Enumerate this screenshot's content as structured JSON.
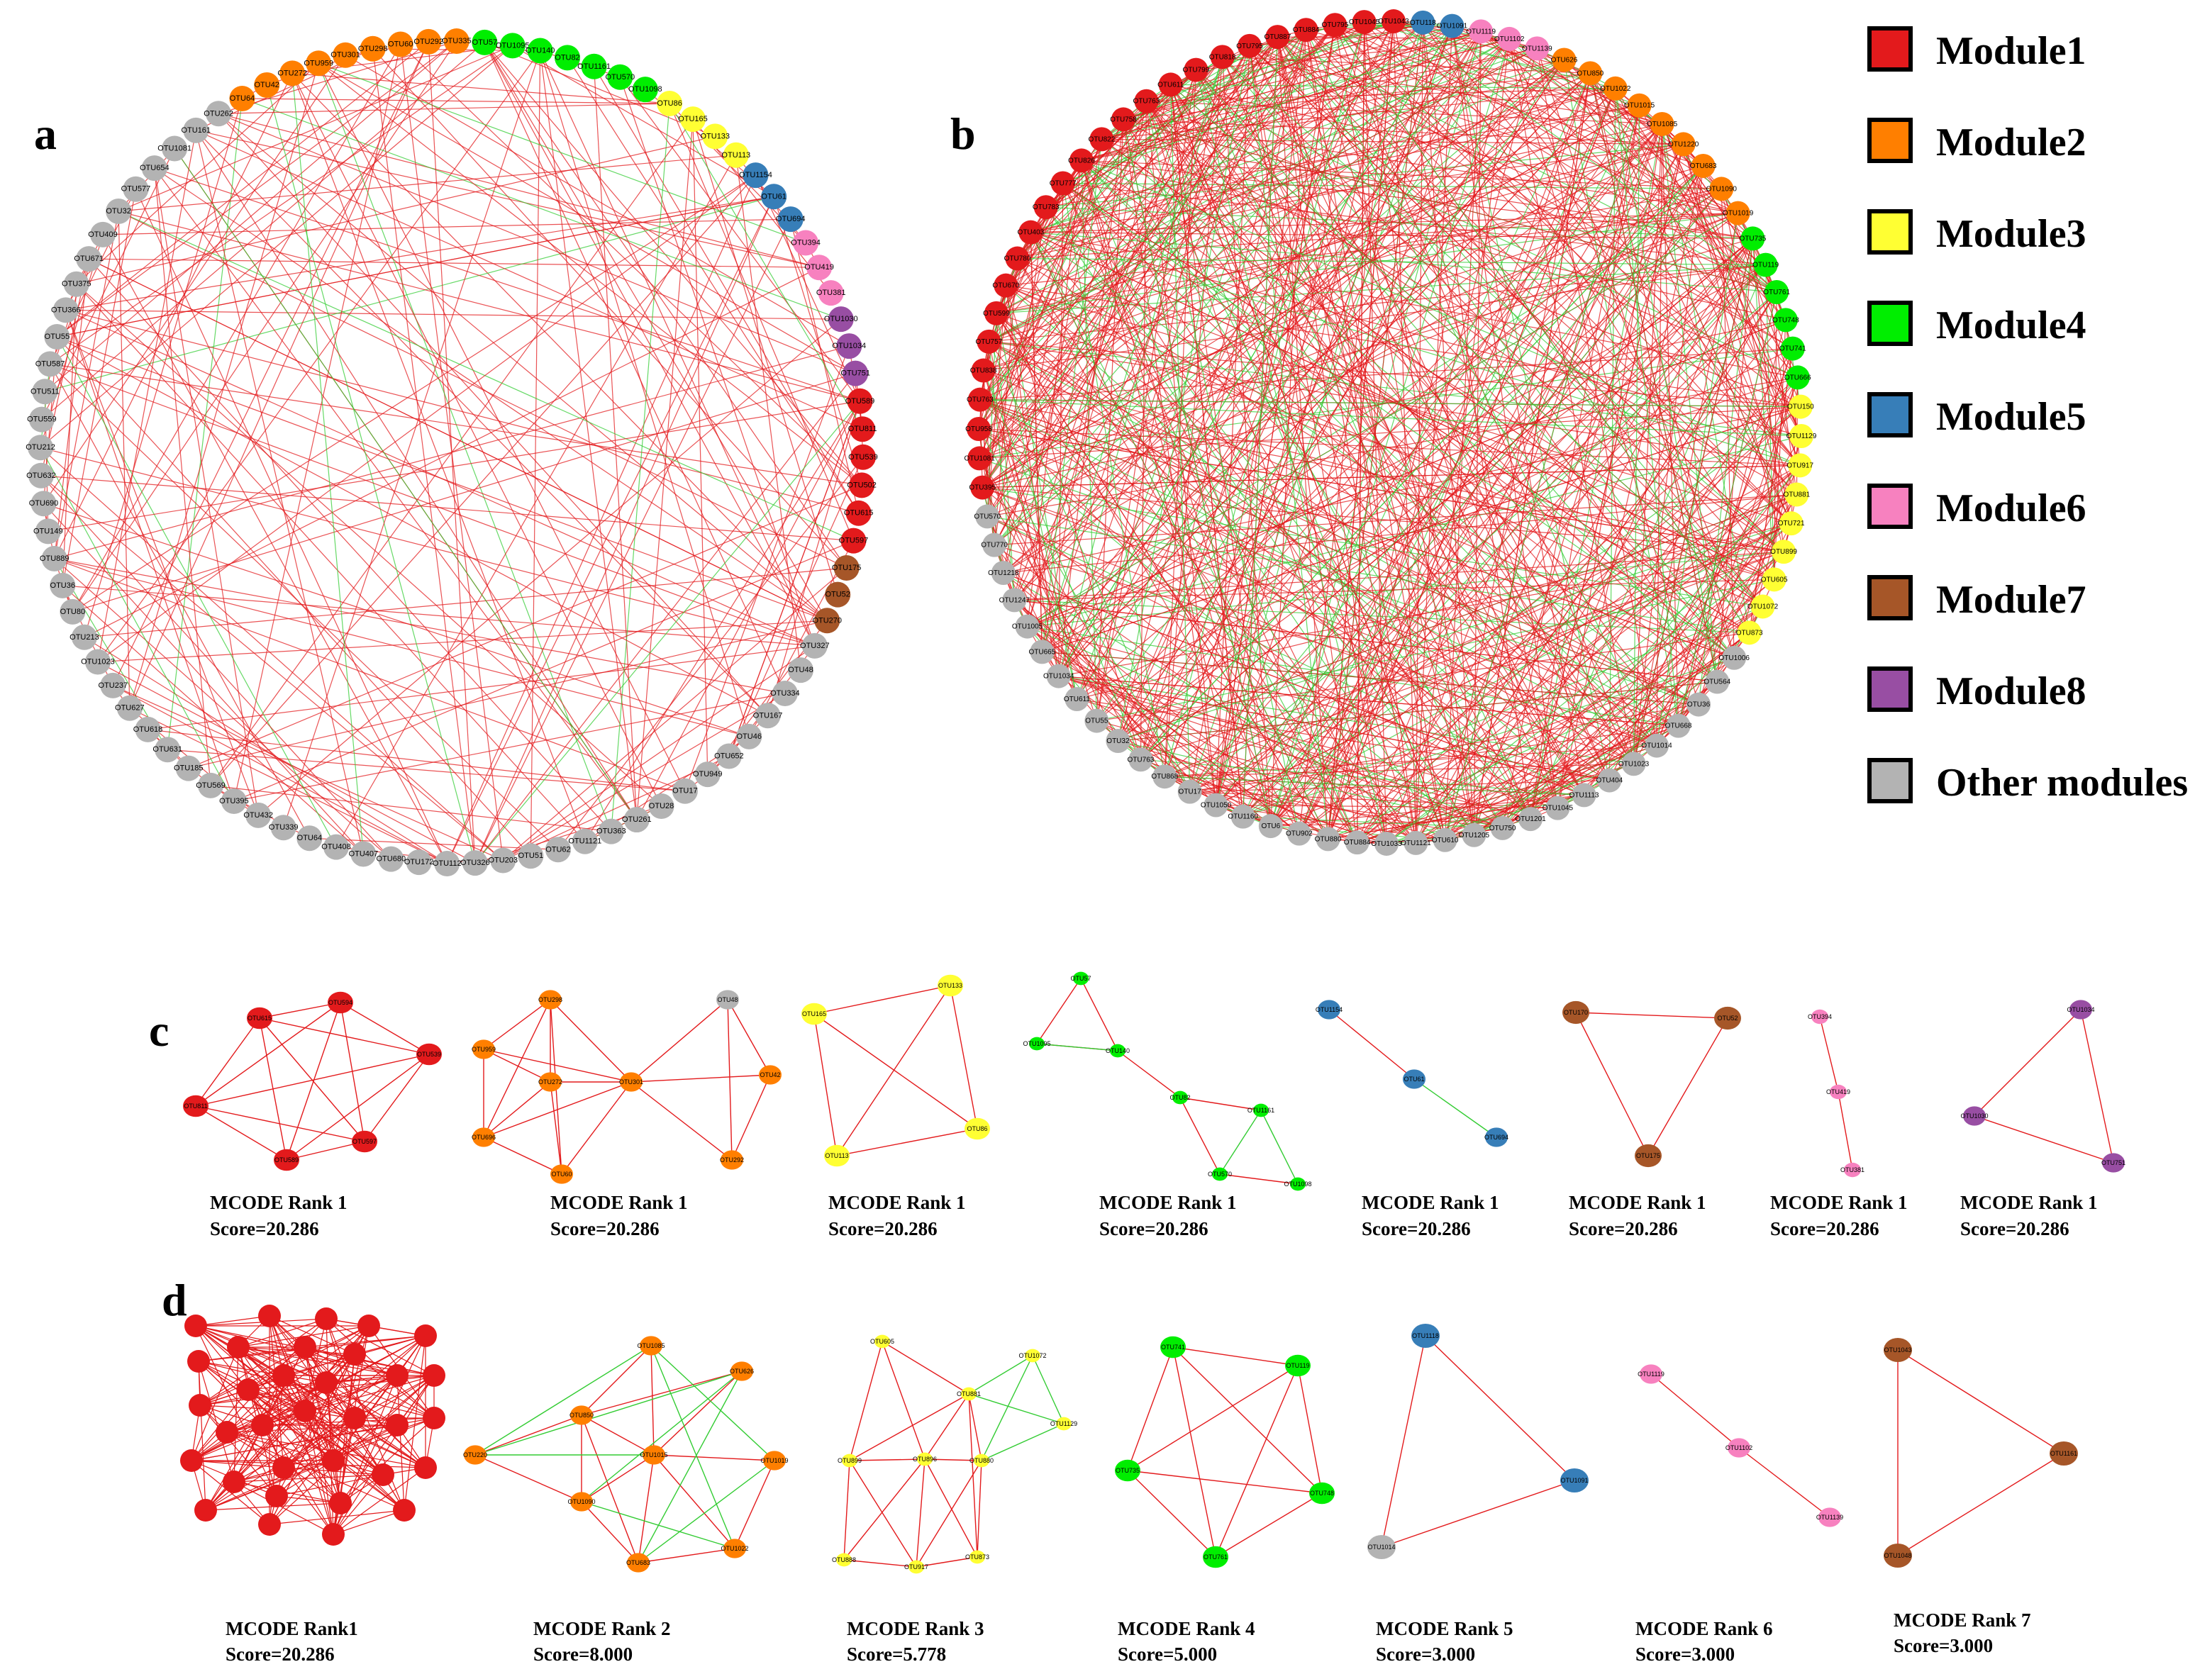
{
  "colors": {
    "Module1": "#e31a1c",
    "Module2": "#ff7f00",
    "Module3": "#ffff33",
    "Module4": "#00ee00",
    "Module5": "#377eb8",
    "Module6": "#f781bf",
    "Module7": "#a65628",
    "Module8": "#984ea3",
    "Other": "#b3b3b3",
    "pos_edge": "#e31a1c",
    "neg_edge": "#33cc33"
  },
  "panels": {
    "a": "a",
    "b": "b",
    "c": "c",
    "d": "d"
  },
  "legend": [
    {
      "label": "Module1",
      "color": "#e31a1c"
    },
    {
      "label": "Module2",
      "color": "#ff7f00"
    },
    {
      "label": "Module3",
      "color": "#ffff33"
    },
    {
      "label": "Module4",
      "color": "#00ee00"
    },
    {
      "label": "Module5",
      "color": "#377eb8"
    },
    {
      "label": "Module6",
      "color": "#f781bf"
    },
    {
      "label": "Module7",
      "color": "#a65628"
    },
    {
      "label": "Module8",
      "color": "#984ea3"
    },
    {
      "label": "Other modules",
      "color": "#b3b3b3"
    }
  ],
  "network_a": {
    "labels": [
      "OTU57",
      "OTU1095",
      "OTU140",
      "OTU82",
      "OTU1161",
      "OTU570",
      "OTU1098",
      "OTU86",
      "OTU165",
      "OTU133",
      "OTU113",
      "OTU1154",
      "OTU61",
      "OTU694",
      "OTU394",
      "OTU419",
      "OTU381",
      "OTU1030",
      "OTU1034",
      "OTU751",
      "OTU589",
      "OTU811",
      "OTU539",
      "OTU502",
      "OTU615",
      "OTU597",
      "OTU175",
      "OTU52",
      "OTU270",
      "OTU327",
      "OTU48",
      "OTU334",
      "OTU167",
      "OTU46",
      "OTU652",
      "OTU949",
      "OTU17",
      "OTU28",
      "OTU261",
      "OTU363",
      "OTU1121",
      "OTU62",
      "OTU51",
      "OTU203",
      "OTU326",
      "OTU112",
      "OTU172",
      "OTU680",
      "OTU407",
      "OTU408",
      "OTU64",
      "OTU339",
      "OTU432",
      "OTU395",
      "OTU569",
      "OTU185",
      "OTU631",
      "OTU618",
      "OTU627",
      "OTU237",
      "OTU1023",
      "OTU213",
      "OTU80",
      "OTU36",
      "OTU889",
      "OTU149",
      "OTU690",
      "OTU632",
      "OTU212",
      "OTU559",
      "OTU511",
      "OTU587",
      "OTU55",
      "OTU366",
      "OTU375",
      "OTU671",
      "OTU409",
      "OTU32",
      "OTU577",
      "OTU654",
      "OTU1081",
      "OTU161",
      "OTU262",
      "OTU64",
      "OTU42",
      "OTU272",
      "OTU959",
      "OTU301",
      "OTU298",
      "OTU60",
      "OTU292",
      "OTU335"
    ]
  },
  "network_b": {
    "labels": [
      "OTU118",
      "OTU1091",
      "OTU1119",
      "OTU1102",
      "OTU1139",
      "OTU626",
      "OTU850",
      "OTU1022",
      "OTU1015",
      "OTU1085",
      "OTU1220",
      "OTU683",
      "OTU1090",
      "OTU1019",
      "OTU735",
      "OTU119",
      "OTU761",
      "OTU748",
      "OTU741",
      "OTU666",
      "OTU150",
      "OTU1129",
      "OTU917",
      "OTU881",
      "OTU721",
      "OTU899",
      "OTU605",
      "OTU1072",
      "OTU873",
      "OTU1006",
      "OTU564",
      "OTU36",
      "OTU668",
      "OTU1014",
      "OTU1023",
      "OTU404",
      "OTU1113",
      "OTU1045",
      "OTU1201",
      "OTU750",
      "OTU1205",
      "OTU610",
      "OTU1121",
      "OTU1033",
      "OTU884",
      "OTU880",
      "OTU902",
      "OTU6",
      "OTU1160",
      "OTU1050",
      "OTU17",
      "OTU868",
      "OTU763",
      "OTU32",
      "OTU55",
      "OTU611",
      "OTU1034",
      "OTU665",
      "OTU1005",
      "OTU1247",
      "OTU1218",
      "OTU770",
      "OTU570",
      "OTU395",
      "OTU1081",
      "OTU958",
      "OTU763",
      "OTU838",
      "OTU757",
      "OTU599",
      "OTU670",
      "OTU780",
      "OTU403",
      "OTU783",
      "OTU777",
      "OTU826",
      "OTU822",
      "OTU758",
      "OTU763",
      "OTU611",
      "OTU799",
      "OTU818",
      "OTU795",
      "OTU887",
      "OTU884",
      "OTU795",
      "OTU1045",
      "OTU1043"
    ]
  },
  "captions_c": [
    {
      "l1": "MCODE Rank 1",
      "l2": "Score=20.286"
    },
    {
      "l1": "MCODE Rank 1",
      "l2": "Score=20.286"
    },
    {
      "l1": "MCODE Rank 1",
      "l2": "Score=20.286"
    },
    {
      "l1": "MCODE Rank 1",
      "l2": "Score=20.286"
    },
    {
      "l1": "MCODE Rank 1",
      "l2": "Score=20.286"
    },
    {
      "l1": "MCODE Rank 1",
      "l2": "Score=20.286"
    },
    {
      "l1": "MCODE Rank 1",
      "l2": "Score=20.286"
    },
    {
      "l1": "MCODE Rank 1",
      "l2": "Score=20.286"
    }
  ],
  "captions_d": [
    {
      "l1": "MCODE Rank1",
      "l2": "Score=20.286"
    },
    {
      "l1": "MCODE Rank 2",
      "l2": "Score=8.000"
    },
    {
      "l1": "MCODE Rank 3",
      "l2": "Score=5.778"
    },
    {
      "l1": "MCODE Rank 4",
      "l2": "Score=5.000"
    },
    {
      "l1": "MCODE Rank 5",
      "l2": "Score=3.000"
    },
    {
      "l1": "MCODE Rank 6",
      "l2": "Score=3.000"
    },
    {
      "l1": "MCODE Rank 7",
      "l2": "Score=3.000"
    }
  ],
  "subnets_c": [
    {
      "nodes": [
        {
          "label": "OTU615",
          "m": "Module1"
        },
        {
          "label": "OTU594",
          "m": "Module1"
        },
        {
          "label": "OTU539",
          "m": "Module1"
        },
        {
          "label": "OTU811",
          "m": "Module1"
        },
        {
          "label": "OTU597",
          "m": "Module1"
        },
        {
          "label": "OTU589",
          "m": "Module1"
        }
      ]
    },
    {
      "nodes": [
        {
          "label": "OTU298",
          "m": "Module2"
        },
        {
          "label": "OTU48",
          "m": "Other"
        },
        {
          "label": "OTU959",
          "m": "Module2"
        },
        {
          "label": "OTU272",
          "m": "Module2"
        },
        {
          "label": "OTU301",
          "m": "Module2"
        },
        {
          "label": "OTU42",
          "m": "Module2"
        },
        {
          "label": "OTU696",
          "m": "Module2"
        },
        {
          "label": "OTU292",
          "m": "Module2"
        },
        {
          "label": "OTU60",
          "m": "Module2"
        }
      ]
    },
    {
      "nodes": [
        {
          "label": "OTU165",
          "m": "Module3"
        },
        {
          "label": "OTU133",
          "m": "Module3"
        },
        {
          "label": "OTU86",
          "m": "Module3"
        },
        {
          "label": "OTU113",
          "m": "Module3"
        }
      ]
    },
    {
      "nodes": [
        {
          "label": "OTU57",
          "m": "Module4"
        },
        {
          "label": "OTU1095",
          "m": "Module4"
        },
        {
          "label": "OTU140",
          "m": "Module4"
        },
        {
          "label": "OTU82",
          "m": "Module4"
        },
        {
          "label": "OTU1161",
          "m": "Module4"
        },
        {
          "label": "OTU570",
          "m": "Module4"
        },
        {
          "label": "OTU1098",
          "m": "Module4"
        }
      ]
    },
    {
      "nodes": [
        {
          "label": "OTU1154",
          "m": "Module5"
        },
        {
          "label": "OTU61",
          "m": "Module5"
        },
        {
          "label": "OTU694",
          "m": "Module5"
        }
      ]
    },
    {
      "nodes": [
        {
          "label": "OTU170",
          "m": "Module7"
        },
        {
          "label": "OTU52",
          "m": "Module7"
        },
        {
          "label": "OTU175",
          "m": "Module7"
        }
      ]
    },
    {
      "nodes": [
        {
          "label": "OTU394",
          "m": "Module6"
        },
        {
          "label": "OTU419",
          "m": "Module6"
        },
        {
          "label": "OTU381",
          "m": "Module6"
        }
      ]
    },
    {
      "nodes": [
        {
          "label": "OTU1034",
          "m": "Module8"
        },
        {
          "label": "OTU1030",
          "m": "Module8"
        },
        {
          "label": "OTU751",
          "m": "Module8"
        }
      ]
    }
  ],
  "subnets_d": [
    {
      "nodes": []
    },
    {
      "nodes": [
        {
          "label": "OTU1085",
          "m": "Module2"
        },
        {
          "label": "OTU626",
          "m": "Module2"
        },
        {
          "label": "OTU850",
          "m": "Module2"
        },
        {
          "label": "OTU220",
          "m": "Module2"
        },
        {
          "label": "OTU1015",
          "m": "Module2"
        },
        {
          "label": "OTU1019",
          "m": "Module2"
        },
        {
          "label": "OTU1090",
          "m": "Module2"
        },
        {
          "label": "OTU1022",
          "m": "Module2"
        },
        {
          "label": "OTU683",
          "m": "Module2"
        }
      ]
    },
    {
      "nodes": [
        {
          "label": "OTU605",
          "m": "Module3"
        },
        {
          "label": "OTU1072",
          "m": "Module3"
        },
        {
          "label": "OTU881",
          "m": "Module3"
        },
        {
          "label": "OTU1129",
          "m": "Module3"
        },
        {
          "label": "OTU899",
          "m": "Module3"
        },
        {
          "label": "OTU896",
          "m": "Module3"
        },
        {
          "label": "OTU880",
          "m": "Module3"
        },
        {
          "label": "OTU888",
          "m": "Module3"
        },
        {
          "label": "OTU917",
          "m": "Module3"
        },
        {
          "label": "OTU873",
          "m": "Module3"
        }
      ]
    },
    {
      "nodes": [
        {
          "label": "OTU741",
          "m": "Module4"
        },
        {
          "label": "OTU119",
          "m": "Module4"
        },
        {
          "label": "OTU735",
          "m": "Module4"
        },
        {
          "label": "OTU748",
          "m": "Module4"
        },
        {
          "label": "OTU761",
          "m": "Module4"
        }
      ]
    },
    {
      "nodes": [
        {
          "label": "OTU1118",
          "m": "Module5"
        },
        {
          "label": "OTU1091",
          "m": "Module5"
        },
        {
          "label": "OTU1014",
          "m": "Other"
        }
      ]
    },
    {
      "nodes": [
        {
          "label": "OTU1119",
          "m": "Module6"
        },
        {
          "label": "OTU1102",
          "m": "Module6"
        },
        {
          "label": "OTU1139",
          "m": "Module6"
        }
      ]
    },
    {
      "nodes": [
        {
          "label": "OTU1043",
          "m": "Module7"
        },
        {
          "label": "OTU1161",
          "m": "Module7"
        },
        {
          "label": "OTU1048",
          "m": "Module7"
        }
      ]
    }
  ]
}
